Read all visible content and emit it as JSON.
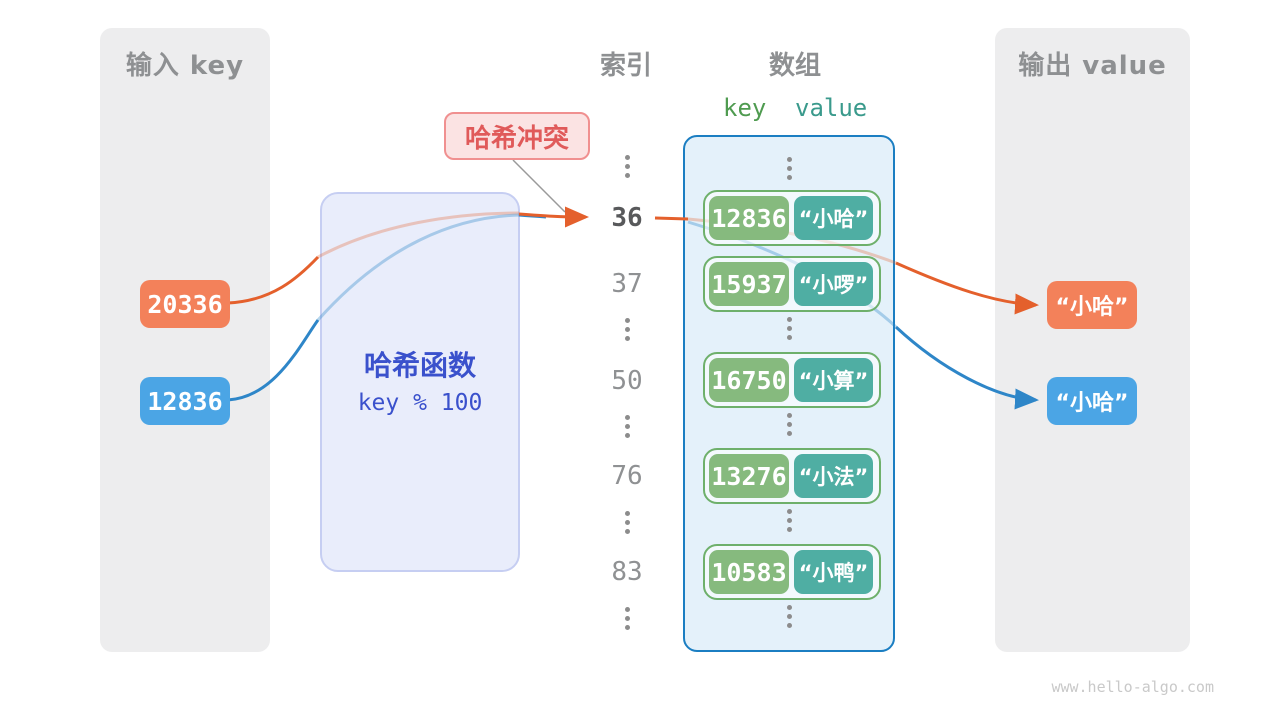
{
  "input_panel": {
    "title": "输入 key",
    "items": [
      {
        "value": "20336",
        "color": "orange"
      },
      {
        "value": "12836",
        "color": "blue"
      }
    ]
  },
  "hash_box": {
    "title": "哈希函数",
    "formula": "key % 100"
  },
  "collision_label": {
    "text": "哈希冲突"
  },
  "index_column": {
    "title": "索引",
    "values": [
      "36",
      "37",
      "50",
      "76",
      "83"
    ],
    "highlighted": "36"
  },
  "array_panel": {
    "title": "数组",
    "key_header": "key",
    "value_header": "value",
    "rows": [
      {
        "key": "12836",
        "value": "“小哈”"
      },
      {
        "key": "15937",
        "value": "“小啰”"
      },
      {
        "key": "16750",
        "value": "“小算”"
      },
      {
        "key": "13276",
        "value": "“小法”"
      },
      {
        "key": "10583",
        "value": "“小鸭”"
      }
    ]
  },
  "output_panel": {
    "title": "输出 value",
    "items": [
      {
        "value": "“小哈”",
        "color": "orange"
      },
      {
        "value": "“小哈”",
        "color": "blue"
      }
    ]
  },
  "colors": {
    "orange_chip": "#F3815A",
    "blue_chip": "#4BA5E5",
    "orange_line": "#E4602C",
    "blue_line": "#2E86C8",
    "green_key": "#86BA7E",
    "teal_value": "#4FAEA3",
    "array_border": "#1B7EC2",
    "hash_text": "#3A51CC",
    "collision_text": "#E05A5A"
  },
  "watermark": "www.hello-algo.com"
}
